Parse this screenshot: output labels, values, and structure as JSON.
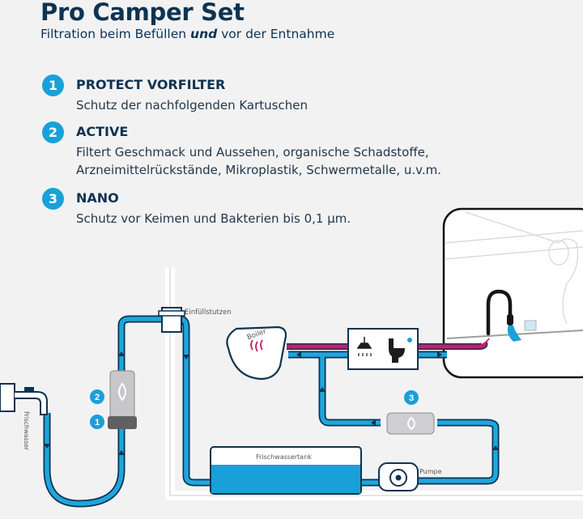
{
  "title": "Pro Camper Set",
  "subtitle": {
    "pre": "Filtration beim Befüllen ",
    "emph": "und",
    "post": " vor der Entnahme"
  },
  "steps": [
    {
      "number": "1",
      "heading": "PROTECT VORFILTER",
      "lines": [
        "Schutz der nachfolgenden Kartuschen"
      ]
    },
    {
      "number": "2",
      "heading": "ACTIVE",
      "lines": [
        "Filtert Geschmack und Aussehen, organische Schadstoffe,",
        "Arzneimittelrückstände, Mikroplastik, Schwermetalle, u.v.m."
      ]
    },
    {
      "number": "3",
      "heading": "NANO",
      "lines": [
        "Schutz vor Keimen und Bakterien bis 0,1 µm."
      ]
    }
  ],
  "diagram": {
    "label_fill_inlet": "Einfüllstutzen",
    "label_boiler": "Boiler",
    "label_tank": "Frischwassertank",
    "label_pump": "Pumpe",
    "label_fresh_water": "Frischwasser",
    "marker_1": "1",
    "marker_2": "2",
    "marker_3": "3"
  },
  "colors": {
    "pipe": "#1ea6dc",
    "pipe_outline": "#0f3350",
    "hot_pipe": "#c41e6c",
    "badge": "#1aa0d8",
    "title": "#0f3350"
  }
}
